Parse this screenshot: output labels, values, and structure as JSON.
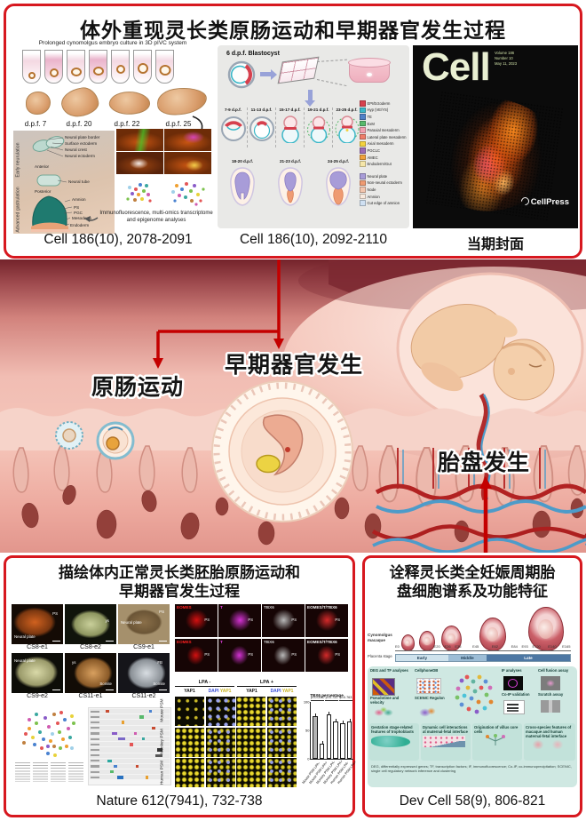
{
  "colors": {
    "border_red": "#d7181f",
    "arrow_red": "#c40000",
    "cover_bg": "#0b0b0b",
    "cover_masthead": "#e9efd2",
    "teal_panel": "#cfe8e2"
  },
  "top": {
    "title": "体外重现灵长类原肠运动和早期器官发生过程",
    "culture": {
      "caption": "Prolonged cynomolgus embryo culture in 3D pIVC system",
      "dpf": [
        "d.p.f. 7",
        "d.p.f. 20",
        "d.p.f. 22",
        "d.p.f. 25"
      ],
      "axis_early": "Early neurulation",
      "axis_advanced": "Advanced gastrulation",
      "anterior": "Anterior",
      "posterior": "Posterior",
      "labels_neuro": [
        "Neural plate border",
        "Surface ectoderm",
        "Neural crest",
        "Neural ectoderm"
      ],
      "label_tube": "Neural tube",
      "labels_gastrula": [
        "Amnion",
        "PS",
        "PGC",
        "Mesoderm",
        "Endoderm"
      ],
      "methods": "Immunofluorescence, multi-omics transcriptome and epigenome analyses",
      "citation": "Cell 186(10), 2078-2091"
    },
    "schematic": {
      "blastocyst": "6 d.p.f. Blastocyst",
      "stages": [
        "7-9 d.p.f.",
        "11-13 d.p.f.",
        "15-17 d.p.f.",
        "19-21 d.p.f.",
        "23-25 d.p.f."
      ],
      "legend1": [
        {
          "label": "EPI/Ectoderm",
          "color": "#d6404d"
        },
        {
          "label": "Hyp (VE/YS)",
          "color": "#3ab7c8"
        },
        {
          "label": "TE",
          "color": "#4f81c7"
        },
        {
          "label": "ExM",
          "color": "#58b96b"
        },
        {
          "label": "Paraxial mesoderm",
          "color": "#f2a0b0"
        },
        {
          "label": "Lateral plate mesoderm",
          "color": "#ef7d6a"
        },
        {
          "label": "Axial mesoderm",
          "color": "#f3d23e"
        },
        {
          "label": "PGCLC",
          "color": "#9a6bb5"
        },
        {
          "label": "AMEC",
          "color": "#f0a13c"
        },
        {
          "label": "Endoderm/Gut",
          "color": "#f5e6a9"
        }
      ],
      "late_stages": [
        "18-20 d.p.f.",
        "21-23 d.p.f.",
        "24-25 d.p.f."
      ],
      "legend2": [
        {
          "label": "Neural plate",
          "color": "#a89cd8"
        },
        {
          "label": "Non-neural ectoderm",
          "color": "#ef9b72"
        },
        {
          "label": "Node",
          "color": "#f3c5ad"
        },
        {
          "label": "Amnion",
          "color": "#f9e9dd"
        },
        {
          "label": "Cut edge of amnion",
          "color": "#cfe0f2"
        }
      ],
      "citation": "Cell 186(10), 2092-2110"
    },
    "cover": {
      "masthead": "Cell",
      "issue": [
        "Volume 186",
        "Number 10",
        "May 11, 2023"
      ],
      "publisher": "CellPress",
      "caption": "当期封面"
    }
  },
  "middle": {
    "gastrulation": "原肠运动",
    "organogenesis": "早期器官发生",
    "placentation": "胎盘发生"
  },
  "bottom_left": {
    "title1": "描绘体内正常灵长类胚胎原肠运动和",
    "title2": "早期器官发生过程",
    "photos": [
      {
        "caption": "CS8-e1",
        "ann1": "PS",
        "ann2": "Neural plate"
      },
      {
        "caption": "CS8-e2",
        "ann1": "ys",
        "ann2": ""
      },
      {
        "caption": "CS9-e1",
        "ann1": "PS",
        "ann2": "Neural plate"
      },
      {
        "caption": "CS9-e2",
        "ann1": "Neural plate",
        "ann2": ""
      },
      {
        "caption": "CS11-e1",
        "ann1": "ys",
        "ann2": "Somite"
      },
      {
        "caption": "CS11-e2",
        "ann1": "FB",
        "ann2": "Somite"
      }
    ],
    "if_markers": [
      {
        "label": "EOMES",
        "color": "#ff2020"
      },
      {
        "label": "T",
        "color": "#f040f0"
      },
      {
        "label": "TBX6",
        "color": "#d0d0d0"
      },
      {
        "label": "EOMES/T/TBX6",
        "color": "#f5f5f5"
      }
    ],
    "ps": "PS",
    "lpa_minus": "LPA -",
    "lpa_plus": "LPA +",
    "yap1": "YAP1",
    "dapi": "DAPI",
    "psm_rows": [
      "Mouse PSM",
      "Monkey PSM",
      "Human PSM"
    ],
    "citation": "Nature 612(7941), 732-738"
  },
  "chart_data": {
    "type": "bar",
    "title": "TBX6 percentage",
    "categories": [
      "Mouse PSM LPA-",
      "Mouse PSM LPA+",
      "Monkey PSM LPA-",
      "Monkey PSM LPA+",
      "Human PSM LPA-",
      "Human PSM LPA+"
    ],
    "values": [
      75,
      27,
      78,
      65,
      62,
      65
    ],
    "ylim": [
      0,
      100
    ],
    "yticks": [
      0,
      50,
      100
    ],
    "pvalues": [
      "p=0.0067",
      "p=0.731",
      "p=0.763"
    ],
    "xlabel": "",
    "ylabel": "",
    "grid": false,
    "legend_position": "none"
  },
  "bottom_right": {
    "title1": "诠释灵长类全妊娠周期胎",
    "title2": "盘细胞谱系及功能特征",
    "species": "Cynomolgus macaque",
    "ticks": [
      "E0",
      "E20",
      "E26",
      "E35",
      "E45",
      "E62",
      "E84",
      "E93",
      "E120",
      "E140",
      "E165"
    ],
    "stage_label": "Placenta stage",
    "stages": [
      {
        "label": "Early",
        "color": "#cfe2ec"
      },
      {
        "label": "Middle",
        "color": "#9dbdd6"
      },
      {
        "label": "Late",
        "color": "#4d77a3"
      }
    ],
    "methods": [
      "DEG and TF analyses",
      "CellphoneDB",
      "IF analyses",
      "Cell fusion assay",
      "Pseudotime and velocity",
      "SCENIC Regulon",
      "Co-IP validation",
      "Scratch assay"
    ],
    "findings": [
      "Gestation stage-related features of trophoblasts",
      "Dynamic cell interactions at maternal-fetal interface",
      "Origination of villus core cells",
      "Cross-species features of macaque and human maternal-fetal interface"
    ],
    "footnote": "DEG, differentially expressed genes; TF, transcription factors; IF, immunofluorescence; Co-IP, co-immunoprecipitation; SCENIC, single cell regulatory network inference and clustering",
    "citation": "Dev Cell 58(9), 806-821"
  }
}
